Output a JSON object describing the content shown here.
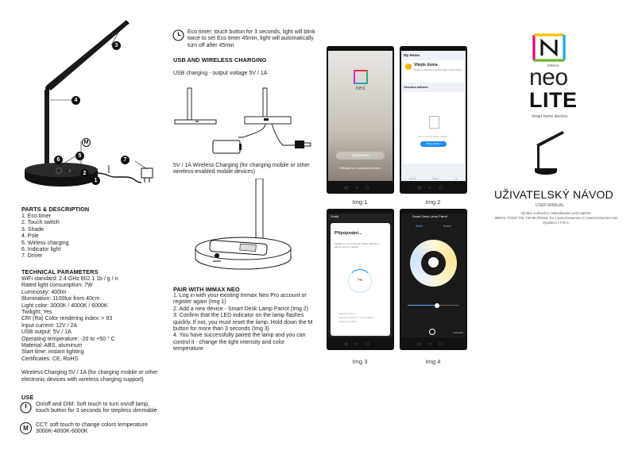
{
  "parts": {
    "heading": "PARTS & DESCRIPTION",
    "items": [
      "1. Eco timer",
      "2. Touch switch",
      "3. Shade",
      "4. Pole",
      "5. Wirless charging",
      "6. Indicator light",
      "7. Driver"
    ]
  },
  "tech": {
    "heading": "TECHNICAL PARAMETERS",
    "items": [
      "WiFi standard: 2.4 GHz 802.1 1b / g / n",
      "Rated light consumption: 7W",
      "Luminosity: 400lm",
      "Illumination: 1100lux from 40cm",
      "Light color: 3000K / 4000K / 6000K",
      "Twilight: Yes",
      "CRI (Ra) Color rendering index: > 93",
      "Input current: 12V / 2A",
      "USB output: 5V / 1A",
      "Operating temperature: -20 to +50 ° C",
      "Material: ABS, aluminum",
      "Start time: instant lighting",
      "Certificates: CE, RoHS"
    ],
    "wireless": "Wireless Charging 5V / 1A (for charging mobile or other electronic devices with wireless charging support)"
  },
  "use": {
    "heading": "USE",
    "onoff": "On/off and DIM: Soft touch to turn on/off lamp, touch button for 3 seconds for stepless dimmable",
    "cct": "CCT: soft touch to change colors temperature 3000K-4000K-6000K",
    "m_label": "M",
    "eco": "Eco timer: touch button for 3 seconds, light will blink twice to set Eco timer 45min, light will automatically turn off after 45min"
  },
  "lamp_labels": [
    "1",
    "2",
    "3",
    "4",
    "5",
    "6",
    "7",
    "M"
  ],
  "usb": {
    "heading": "USB AND WIRELESS CHARGING",
    "usb_text": "USB charging - output voltage 5V / 1A",
    "wireless_text": "5V / 1A Wireless Charging (for charging mobile or other wireless-enabled mobile devices)"
  },
  "pair": {
    "heading": "PAIR WITH IMMAX NEO",
    "steps": [
      "1. Log in with your existing Immax Neo Pro account or register again (Img 1)",
      "2. Add a new device - Smart Desk Lamp Parrot (Img 2)",
      "3. Confirm that the LED indicator on the lamp flashes quickly. If not, you must reset the lamp. Hold down the M button for more than 3 seconds (Img 3)",
      "4. You have successfully paired the lamp and you can control it - change the light intensity and color temperature"
    ]
  },
  "phones": {
    "img1": {
      "caption": "Img 1",
      "logo": "neo",
      "btn1": "Registrovat",
      "btn2": "Přihlásit se s existujícím účtem"
    },
    "img2": {
      "caption": "Img 2",
      "home": "My Home",
      "welcome": "Vitejte doma",
      "sub": "Nastavte svůj domov a obsluhujte chytrá zařízení",
      "section": "Všechna zařízení",
      "empty": "Není uloženo žádné zařízení",
      "add": "Přidat zařízení",
      "tabs": [
        "Domů",
        "Smart",
        "Já"
      ]
    },
    "img3": {
      "caption": "Img 3",
      "back": "Zrušit",
      "title": "Připojování...",
      "desc": "Ujistěte se, že směrovač, chytré zařízení a telefon jsou co nejblíže",
      "percent": "7%",
      "steps": [
        "Nalezení zařízení",
        "Registrace Zařízení s Cloud službou",
        "Inicializace zařízení"
      ]
    },
    "img4": {
      "caption": "Img 4",
      "title": "Smart Desk Lamp Parrot",
      "tabs": [
        "White",
        "Scene"
      ],
      "bottom": "Schedule"
    }
  },
  "brand": {
    "small": "IMMAX",
    "neo": "neo",
    "lite": "LITE",
    "tagline": "Smart home devices",
    "title": "UŽIVATELSKÝ NÁVOD",
    "manual": "USER MANUAL",
    "maker1": "Výrobce a dovozce / Manufacturer and importer:",
    "maker2": "IMMAX, Pohoří 703, 742 85 Vřesina, EU | www.immaxneo.cz | www.immaxneo.com",
    "maker3": "Vyrobeno v P.R.C."
  }
}
